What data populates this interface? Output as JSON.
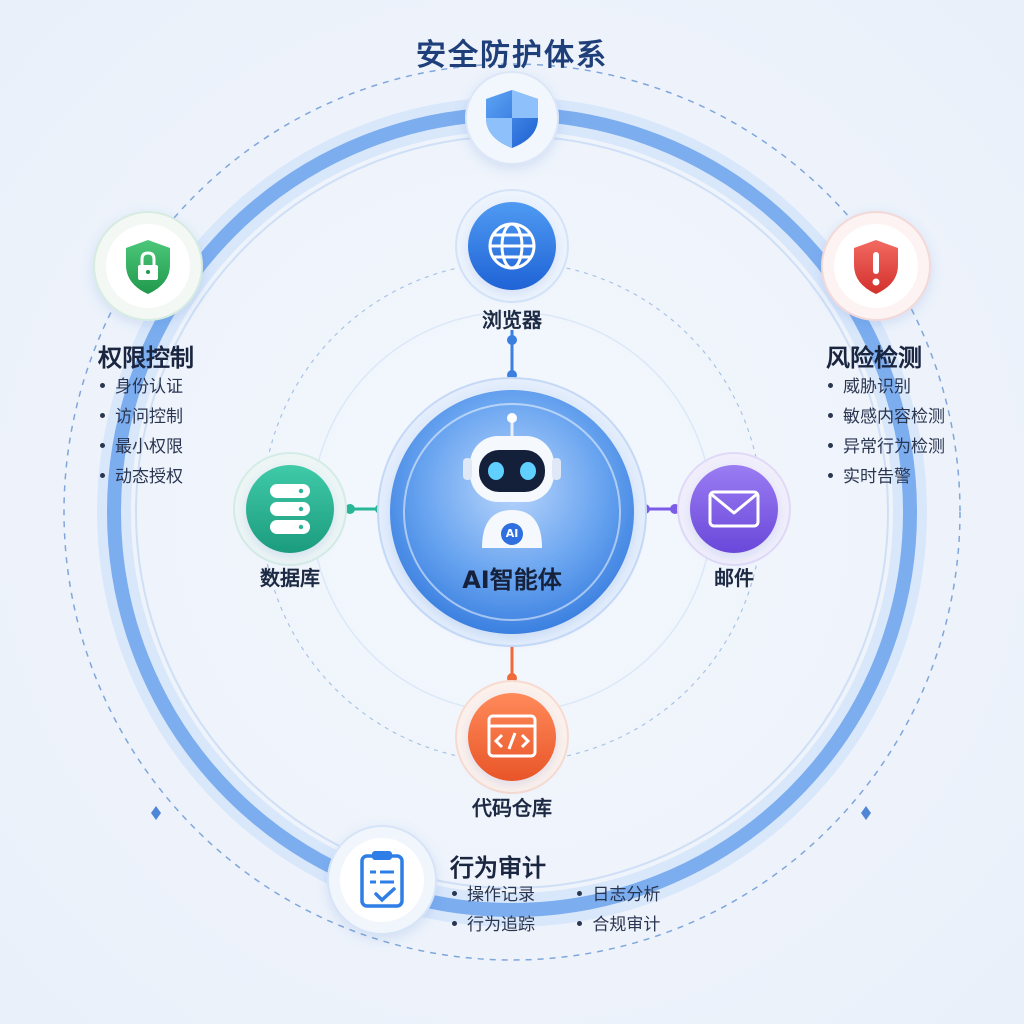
{
  "title": "安全防护体系",
  "center": {
    "label": "AI智能体",
    "badge": "AI"
  },
  "services": {
    "browser": "浏览器",
    "database": "数据库",
    "mail": "邮件",
    "code_repo": "代码仓库"
  },
  "permission": {
    "heading": "权限控制",
    "items": [
      "身份认证",
      "访问控制",
      "最小权限",
      "动态授权"
    ]
  },
  "risk": {
    "heading": "风险检测",
    "items": [
      "威胁识别",
      "敏感内容检测",
      "异常行为检测",
      "实时告警"
    ]
  },
  "audit": {
    "heading": "行为审计",
    "items": [
      "操作记录",
      "日志分析",
      "行为追踪",
      "合规审计"
    ]
  },
  "colors": {
    "ring": "#6aa2ec",
    "browser": "#2f7de6",
    "database": "#29b597",
    "mail": "#7b5ce6",
    "code": "#f06b3c",
    "permission": "#2fae5c",
    "risk": "#e5403f",
    "audit": "#2f7de6"
  }
}
